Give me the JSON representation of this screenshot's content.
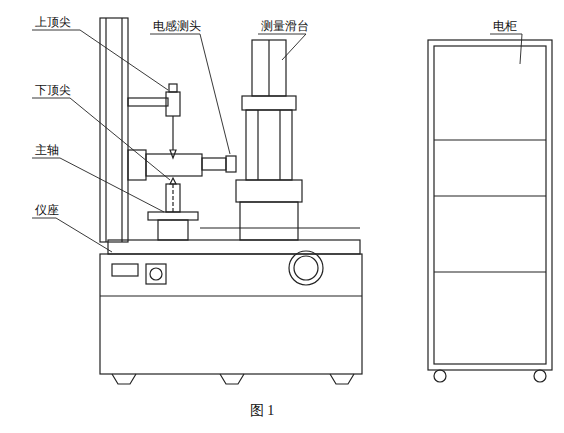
{
  "diagram": {
    "caption": "图 1",
    "labels": [
      "上顶尖",
      "电感测头",
      "测量滑台",
      "电柜",
      "下顶尖",
      "主轴",
      "仪座"
    ]
  }
}
